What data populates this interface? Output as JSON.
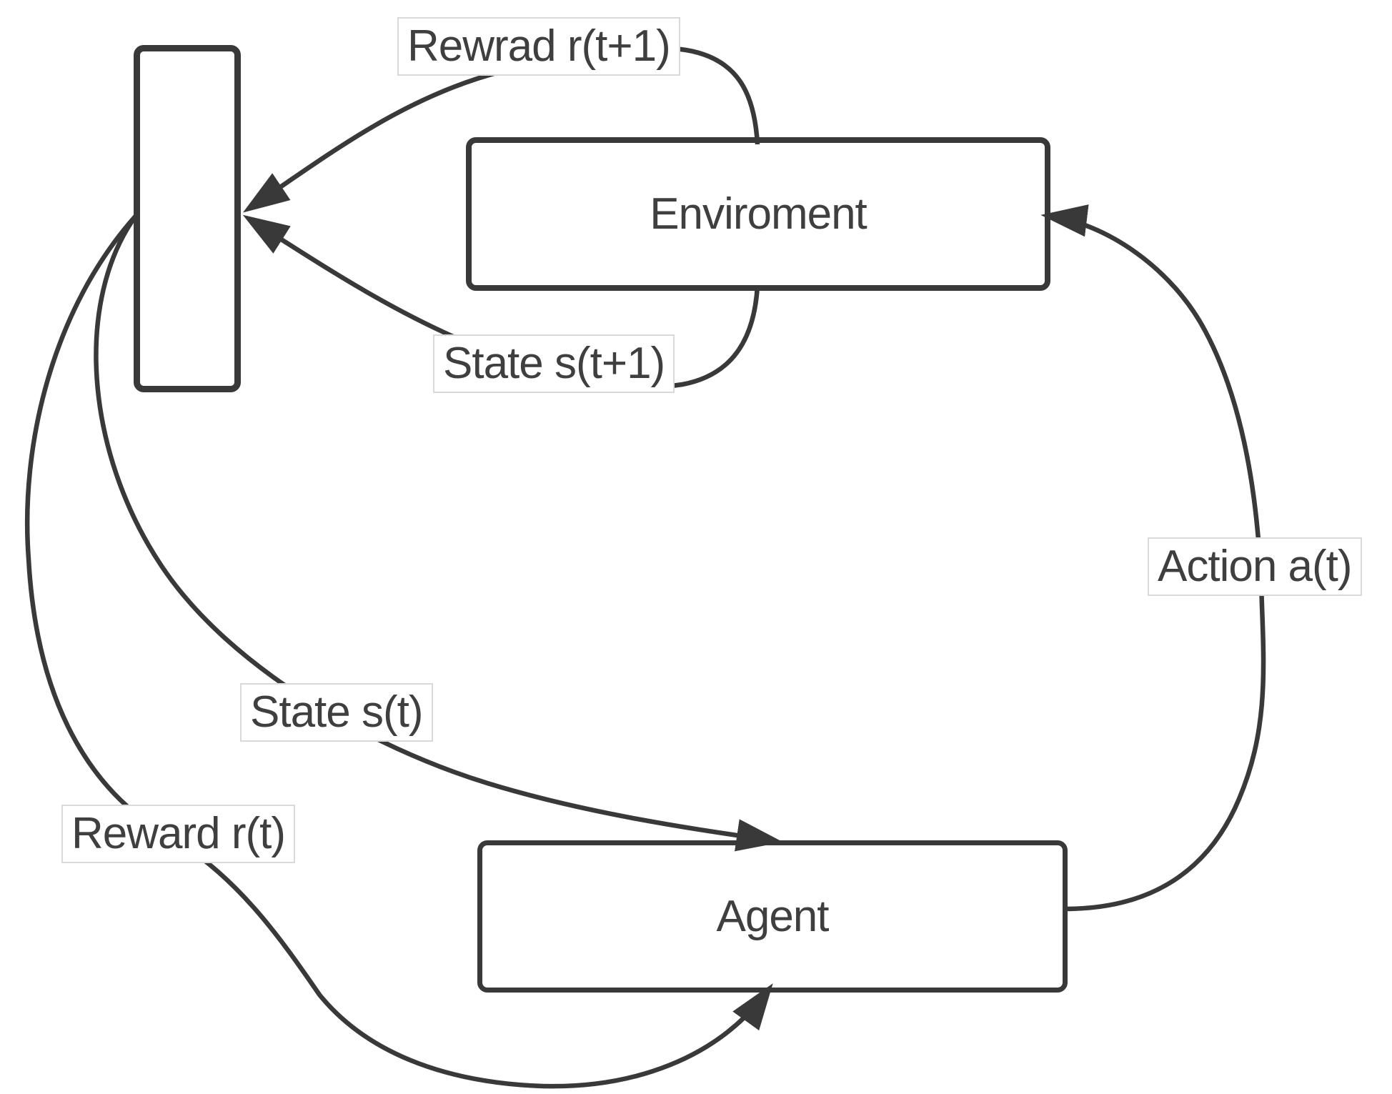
{
  "nodes": {
    "environment": {
      "label": "Enviroment"
    },
    "agent": {
      "label": "Agent"
    },
    "time_bar": {
      "label": ""
    }
  },
  "edges": [
    {
      "id": "reward_next",
      "label": "Rewrad r(t+1)",
      "from": "environment",
      "to": "time_bar"
    },
    {
      "id": "state_next",
      "label": "State s(t+1)",
      "from": "environment",
      "to": "time_bar"
    },
    {
      "id": "state_t",
      "label": "State s(t)",
      "from": "time_bar",
      "to": "agent"
    },
    {
      "id": "reward_t",
      "label": "Reward r(t)",
      "from": "time_bar",
      "to": "agent"
    },
    {
      "id": "action_t",
      "label": "Action a(t)",
      "from": "agent",
      "to": "environment"
    }
  ],
  "colors": {
    "stroke": "#393939",
    "text": "#3f3f3f",
    "label_border": "#d9d9d9",
    "label_bg": "#ffffff",
    "background": "#ffffff"
  }
}
